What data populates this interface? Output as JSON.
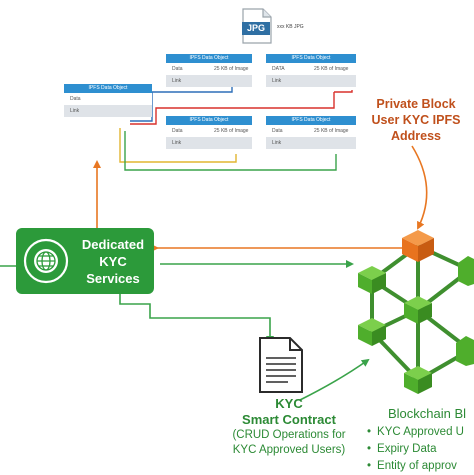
{
  "jpg": {
    "badge": "JPG",
    "filename": "xxx KB JPG"
  },
  "ipfs_tables": [
    {
      "header": "IPFS Data Object",
      "data_label": "Data",
      "data_value": "",
      "link_label": "Link"
    },
    {
      "header": "IPFS Data Object",
      "data_label": "Data",
      "data_value": "25 KB of Image",
      "link_label": "Link"
    },
    {
      "header": "IPFS Data Object",
      "data_label": "DATA",
      "data_value": "25 KB of Image",
      "link_label": "Link"
    },
    {
      "header": "IPFS Data Object",
      "data_label": "Data",
      "data_value": "25 KB of Image",
      "link_label": "Link"
    },
    {
      "header": "IPFS Data Object",
      "data_label": "Data",
      "data_value": "25 KB of Image",
      "link_label": "Link"
    }
  ],
  "private_block": {
    "line1": "Private Block",
    "line2": "User KYC IPFS",
    "line3": "Address"
  },
  "kyc_services": {
    "line1": "Dedicated",
    "line2": "KYC",
    "line3": "Services"
  },
  "smart_contract": {
    "line1": "KYC",
    "line2": "Smart Contract",
    "line3": "(CRUD Operations for",
    "line4": "KYC Approved Users)"
  },
  "blockchain": {
    "title": "Blockchain Bl",
    "items": [
      "KYC Approved U",
      "Expiry Data",
      "Entity of approv"
    ]
  },
  "colors": {
    "ipfs_header": "#2e8fd0",
    "green": "#2c9a3a",
    "orange": "#e87722",
    "private_block_text": "#c0501c",
    "link_red": "#d9302c",
    "link_green": "#3aa34a",
    "link_yellow": "#e2b531",
    "link_blue": "#2d6fb8"
  }
}
